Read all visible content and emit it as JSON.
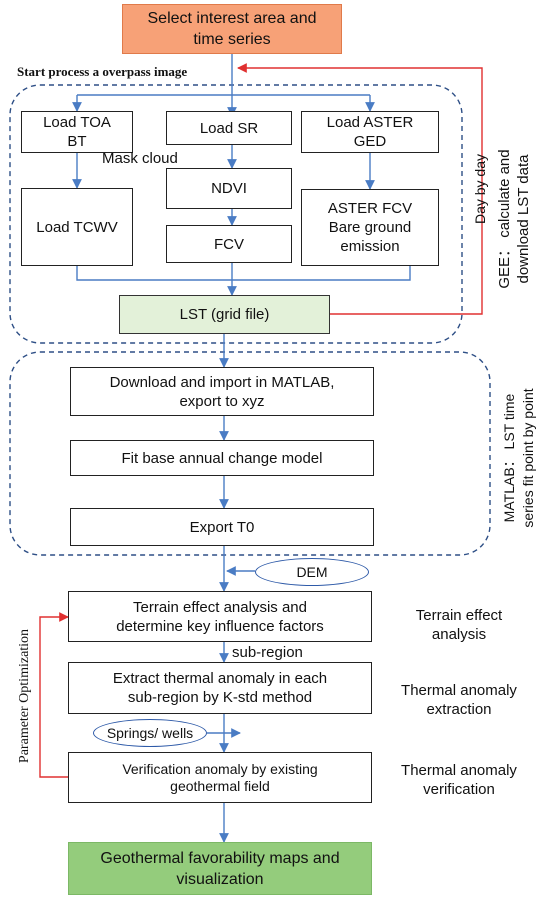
{
  "nodes": {
    "start": "Select interest area and\ntime series",
    "load_toa": "Load TOA\nBT",
    "load_sr": "Load  SR",
    "load_aster": "Load ASTER\nGED",
    "ndvi": "NDVI",
    "load_tcwv": "Load TCWV",
    "fcv": "FCV",
    "aster_fcv": "ASTER FCV\nBare ground\nemission",
    "lst": "LST (grid file)",
    "download": "Download and import in MATLAB,\nexport to xyz",
    "fit": "Fit base annual change model",
    "export": "Export T0",
    "terrain": "Terrain effect analysis and\ndetermine key influence factors",
    "extract": "Extract thermal anomaly in each\nsub-region by K-std method",
    "verify": "Verification anomaly by existing\ngeothermal field",
    "final": "Geothermal favorability maps and\nvisualization"
  },
  "inputs": {
    "dem": "DEM",
    "springs": "Springs/ wells"
  },
  "labels": {
    "start_process": "Start process a overpass image",
    "mask_cloud": "Mask cloud",
    "day_by_day": "Day by day",
    "sub_region": "sub-region",
    "parameter_optimization": "Parameter Optimization"
  },
  "stages": {
    "gee": "GEE： calculate and\ndownload LST data",
    "matlab": "MATLAB： LST time\nseries fit point by point",
    "terrain_side": "Terrain effect\nanalysis",
    "thermal_extraction": "Thermal anomaly\nextraction",
    "thermal_verification": "Thermal anomaly\nverification"
  },
  "colors": {
    "flow_arrow": "#4a7cc4",
    "feedback_arrow": "#e03030",
    "group_border": "#2e4f86",
    "start_fill": "#f7a177",
    "lst_fill": "#e3f1d9",
    "final_fill": "#94cc7c"
  }
}
